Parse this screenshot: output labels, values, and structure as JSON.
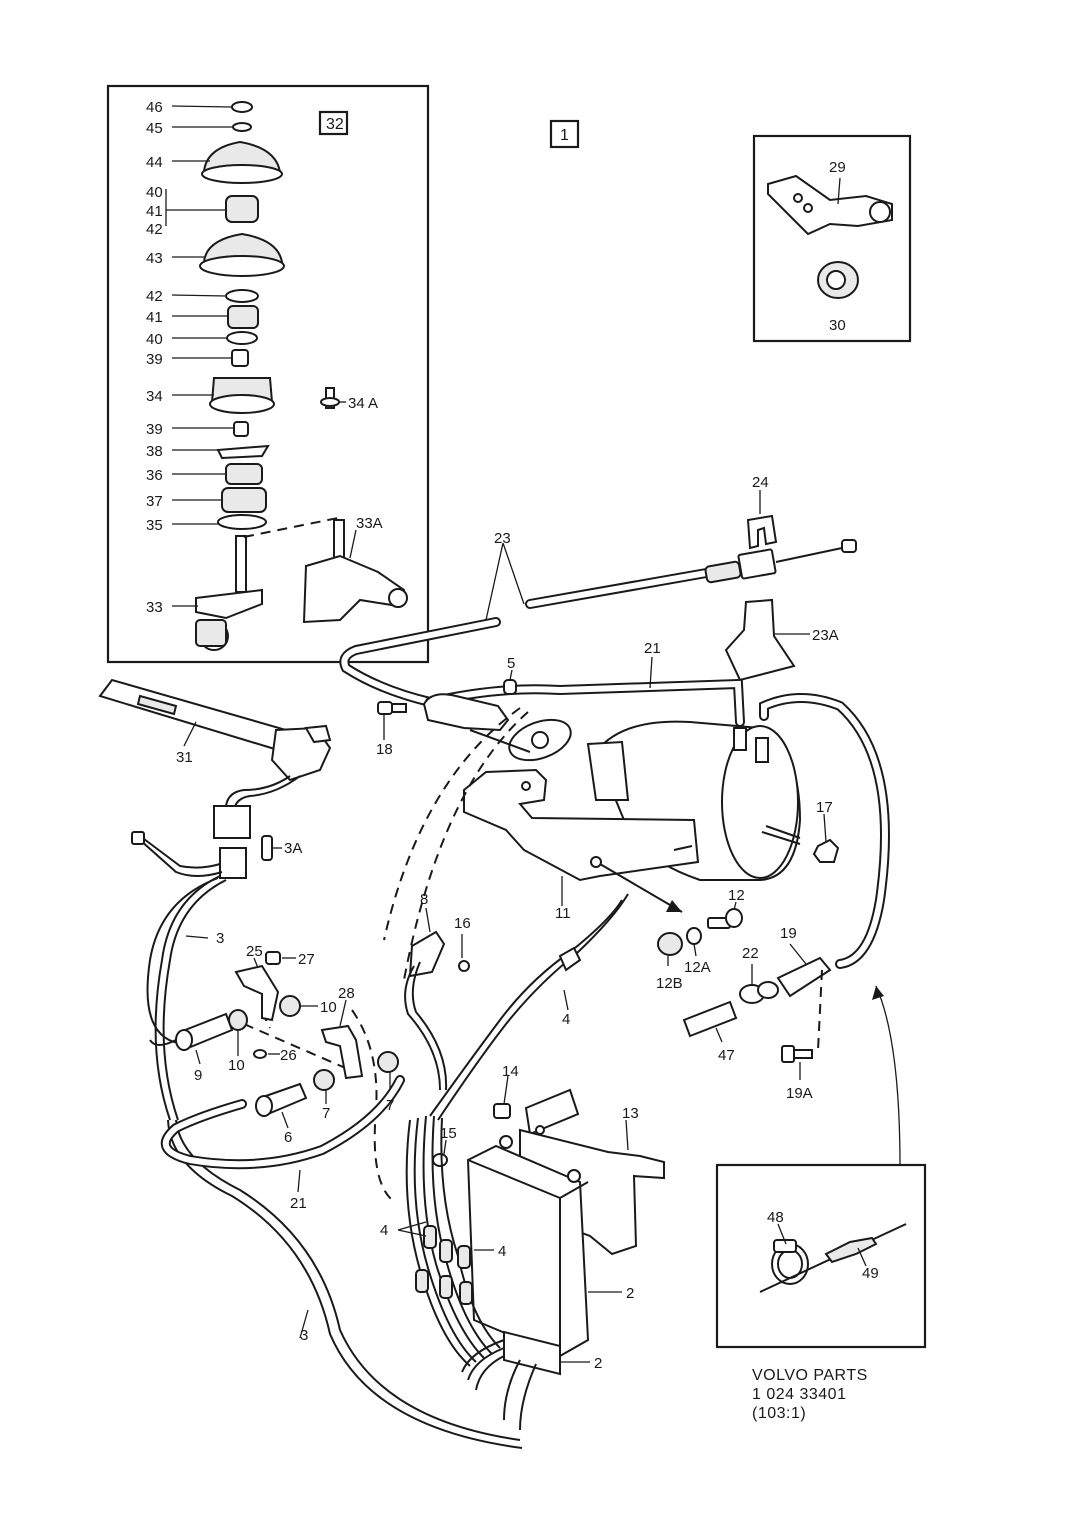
{
  "labels": {
    "p1": "1",
    "p32": "32",
    "p46": "46",
    "p45": "45",
    "p44": "44",
    "p40a": "40",
    "p41a": "41",
    "p42a": "42",
    "p43": "43",
    "p42b": "42",
    "p41b": "41",
    "p40b": "40",
    "p39a": "39",
    "p34": "34",
    "p34A": "34 A",
    "p39b": "39",
    "p38": "38",
    "p36": "36",
    "p37": "37",
    "p35": "35",
    "p33A": "33A",
    "p33": "33",
    "p29": "29",
    "p30": "30",
    "p24": "24",
    "p23": "23",
    "p23A": "23A",
    "p21a": "21",
    "p5": "5",
    "p18": "18",
    "p31": "31",
    "p3A": "3A",
    "p17": "17",
    "p11": "11",
    "p12": "12",
    "p12A": "12A",
    "p12B": "12B",
    "p22": "22",
    "p19": "19",
    "p47": "47",
    "p19A": "19A",
    "p3a": "3",
    "p8": "8",
    "p16": "16",
    "p4a": "4",
    "p25": "25",
    "p27": "27",
    "p10a": "10",
    "p10b": "10",
    "p28": "28",
    "p9": "9",
    "p26": "26",
    "p6": "6",
    "p7a": "7",
    "p7b": "7",
    "p14": "14",
    "p13": "13",
    "p15": "15",
    "p21b": "21",
    "p4b": "4",
    "p4c": "4",
    "p2a": "2",
    "p2b": "2",
    "p3b": "3",
    "p48": "48",
    "p49": "49"
  },
  "caption": {
    "line1": "VOLVO  PARTS",
    "line2": "1   024  33401",
    "line3": "(103:1)"
  }
}
